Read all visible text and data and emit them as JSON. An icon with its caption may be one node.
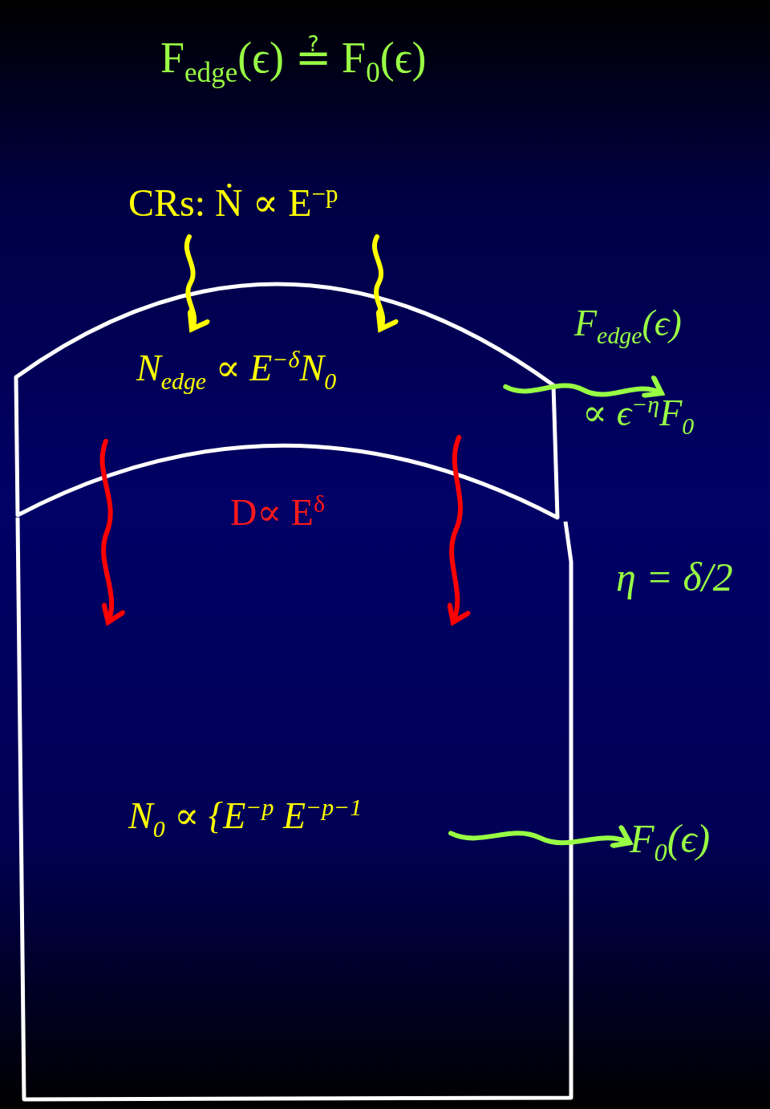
{
  "diagram": {
    "title": "F$_{edge}$(ϵ) ≟ F$_{0}$(ϵ)",
    "nodes": [
      {
        "text": [
          "CRs: Ṅ ∝ E$^{−p}$"
        ]
      },
      {
        "text": [
          "N$_{edge}$ ∝ E$^{−δ}$N$_{0}$"
        ]
      },
      {
        "text": [
          "D∝ E$^{δ}$",
          "N$_{0}$ ∝ {E$^{−p}$ E$^{−p−1}$"
        ]
      },
      {
        "text": [
          "F$_{edge}$(ϵ)",
          "∝ ϵ$^{−η}$F$_{0}$"
        ]
      },
      {
        "text": [
          "F$_{0}$(ϵ)"
        ]
      }
    ],
    "edges": [
      {
        "from": 0,
        "to": 1,
        "arrow": "to",
        "color": "#ffff00"
      },
      {
        "from": 0,
        "to": 1,
        "arrow": "to",
        "color": "#ffff00"
      },
      {
        "from": 1,
        "to": 2,
        "arrow": "to",
        "color": "#ff0000"
      },
      {
        "from": 1,
        "to": 2,
        "arrow": "to",
        "color": "#ff0000"
      },
      {
        "from": 1,
        "to": 3,
        "arrow": "to",
        "color": "#99ff44"
      },
      {
        "from": 2,
        "to": 4,
        "arrow": "to",
        "color": "#99ff44"
      }
    ],
    "labels": [
      "η = δ/2"
    ]
  }
}
